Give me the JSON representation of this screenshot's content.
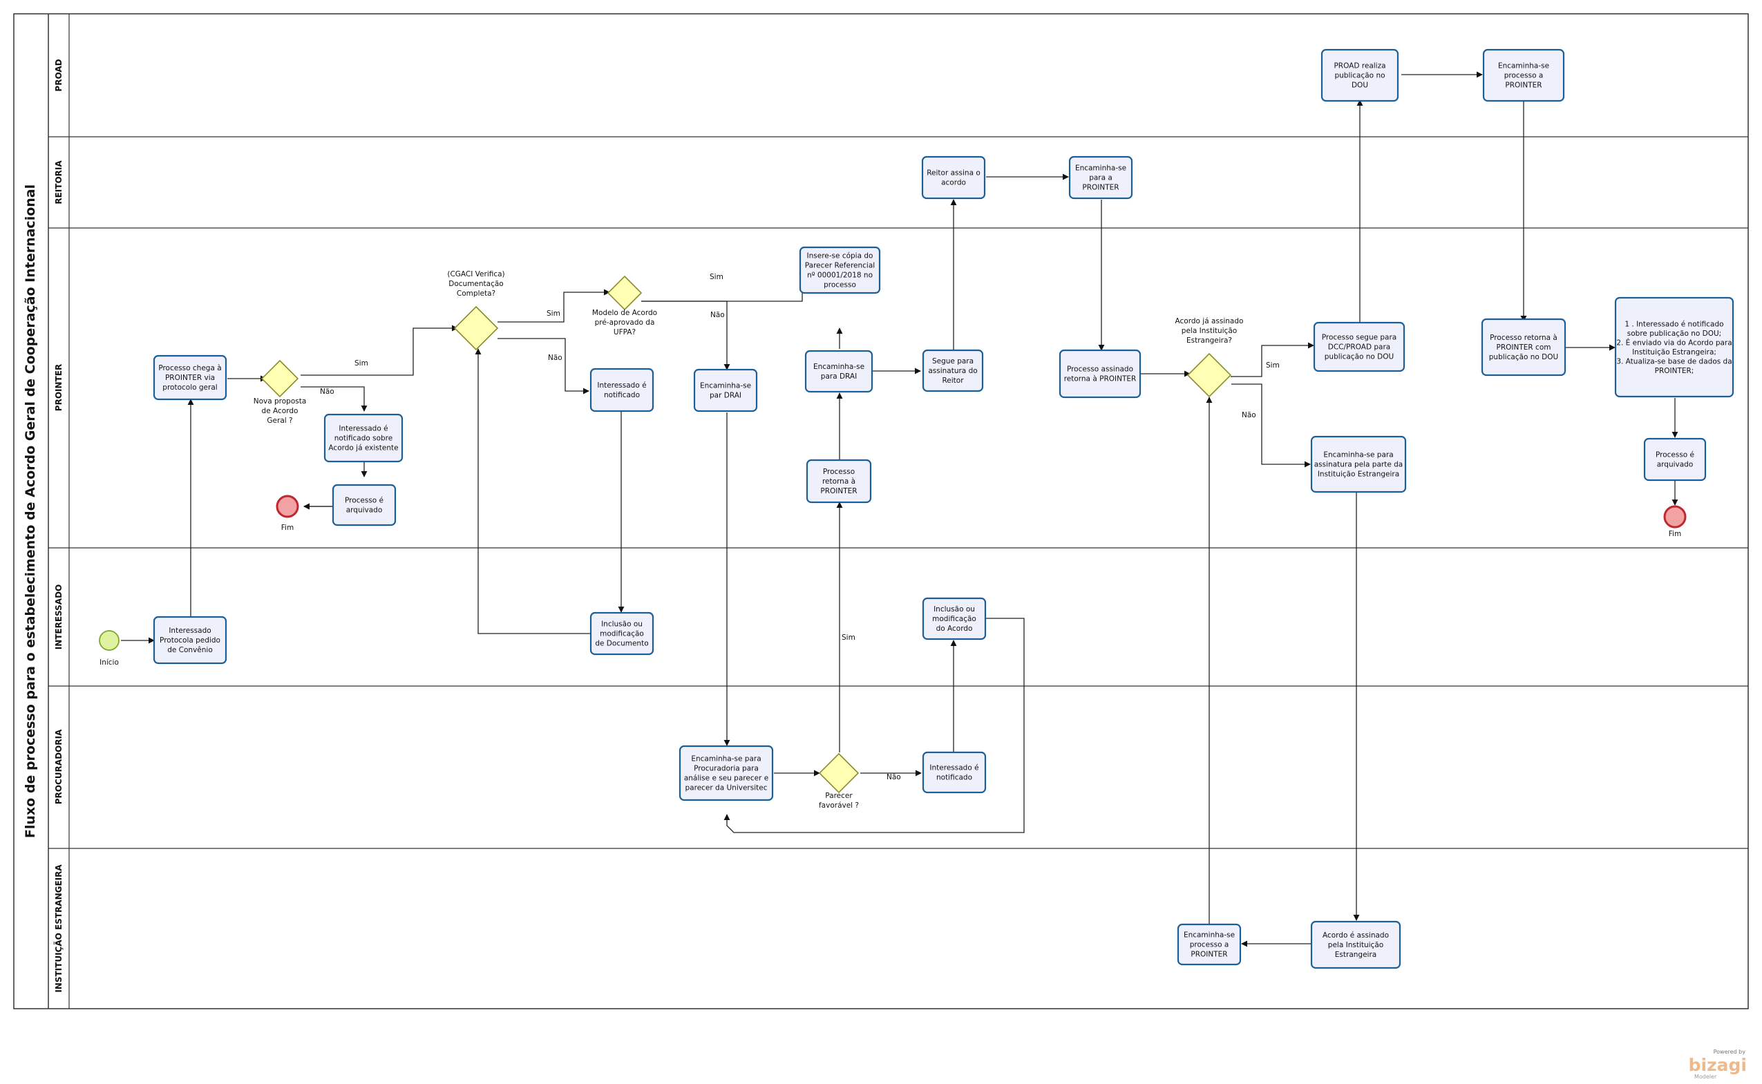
{
  "pool": {
    "title": "Fluxo de processo para o estabelecimento de Acordo Geral de Cooperação Internacional"
  },
  "lanes": {
    "proad": "PROAD",
    "reitoria": "REITORIA",
    "prointer": "PROINTER",
    "interessado": "INTERESSADO",
    "procuradoria": "PROCURADORIA",
    "instituicao": "INSTITUIÇÃO ESTRANGEIRA"
  },
  "events": {
    "inicio": "Início",
    "fim1": "Fim",
    "fim2": "Fim"
  },
  "tasks": {
    "t1": [
      "Interessado",
      "Protocola pedido",
      "de Convênio"
    ],
    "t2": [
      "Processo chega à",
      "PROINTER via",
      "protocolo geral"
    ],
    "t3": [
      "Interessado é",
      "notificado sobre",
      "Acordo já existente"
    ],
    "t4": [
      "Processo é",
      "arquivado"
    ],
    "t5": [
      "Interessado é",
      "notificado"
    ],
    "t6": [
      "Inclusão ou",
      "modificação",
      "de Documento"
    ],
    "t7": [
      "Encaminha-se",
      "par DRAI"
    ],
    "t8": [
      "Insere-se cópia do",
      "Parecer Referencial",
      "nº 00001/2018 no",
      "processo"
    ],
    "t9": [
      "Encaminha-se",
      "para DRAI"
    ],
    "t10": [
      "Processo",
      "retorna à",
      "PROINTER"
    ],
    "t11": [
      "Encaminha-se para",
      "Procuradoria para",
      "análise  e  seu parecer e",
      "parecer da Universitec"
    ],
    "t12": [
      "Interessado é",
      "notificado"
    ],
    "t13": [
      "Inclusão ou",
      "modificação",
      "do Acordo"
    ],
    "t14": [
      "Segue para",
      "assinatura do",
      "Reitor"
    ],
    "t15": [
      "Reitor assina o",
      "acordo"
    ],
    "t16": [
      "Encaminha-se",
      "para a",
      "PROINTER"
    ],
    "t17": [
      "Processo assinado",
      "retorna à PROINTER"
    ],
    "t18": [
      "Processo segue para",
      "DCC/PROAD para",
      "publicação no DOU"
    ],
    "t19": [
      "PROAD realiza",
      "publicação no",
      "DOU"
    ],
    "t20": [
      "Encaminha-se",
      "processo a",
      "PROINTER"
    ],
    "t21": [
      "Processo retorna à",
      "PROINTER com",
      "publicação no DOU"
    ],
    "t22": [
      "1 . Interessado é notificado",
      "sobre publicação no DOU;",
      "2. É enviado via do Acordo para",
      "Instituição Estrangeira;",
      "3. Atualiza-se base de dados da",
      "PROINTER;"
    ],
    "t23": [
      "Processo é",
      "arquivado"
    ],
    "t24": [
      "Encaminha-se para",
      "assinatura pela parte da",
      "Instituição Estrangeira"
    ],
    "t25": [
      "Acordo é assinado",
      "pela Instituição",
      "Estrangeira"
    ],
    "t26": [
      "Encaminha-se",
      "processo a",
      "PROINTER"
    ]
  },
  "gateways": {
    "g1": [
      "Nova proposta",
      "de Acordo",
      "Geral ?"
    ],
    "g2": [
      "(CGACI Verifica)",
      "Documentação",
      "Completa?"
    ],
    "g3": [
      "Modelo de Acordo",
      "pré-aprovado da",
      "UFPA?"
    ],
    "g4": [
      "Parecer",
      "favorável ?"
    ],
    "g5": [
      "Acordo já assinado",
      "pela Instituição",
      "Estrangeira?"
    ]
  },
  "flow_labels": {
    "sim": "Sim",
    "nao": "Não"
  },
  "watermark": {
    "powered": "Powered by",
    "brand": "bizagi",
    "product": "Modeler"
  }
}
